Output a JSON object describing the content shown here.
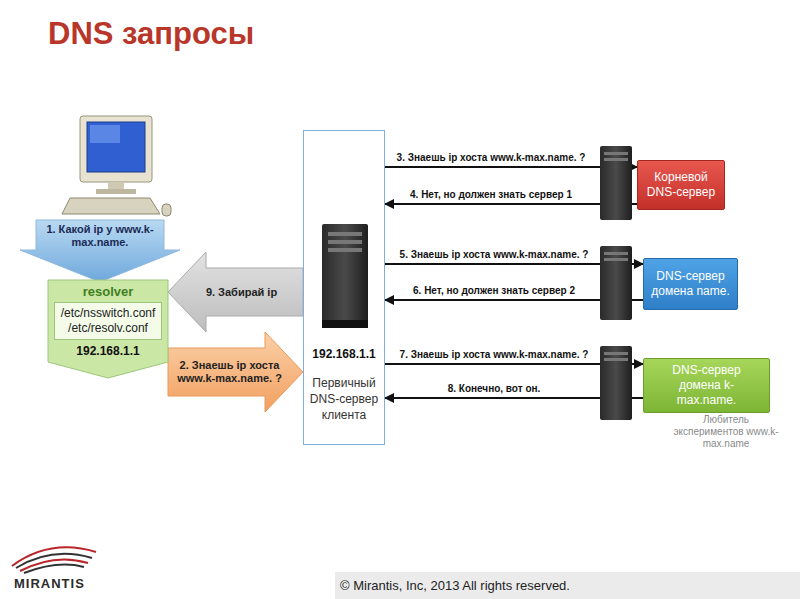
{
  "diagram": {
    "title": "DNS запросы",
    "nodes": [
      {
        "text": [
          "resolver",
          "/etc/nsswitch.conf",
          "/etc/resolv.conf",
          "192.168.1.1"
        ]
      },
      {
        "text": [
          "192.168.1.1",
          "Первичный DNS-сервер клиента"
        ]
      },
      {
        "text": [
          "Корневой DNS-сервер"
        ]
      },
      {
        "text": [
          "DNS-сервер домена name."
        ]
      },
      {
        "text": [
          "DNS-сервер домена k-max.name."
        ]
      }
    ],
    "edges": [
      {
        "from": 0,
        "to": 1,
        "label": "2. Знаешь ip хоста www.k-max.name. ?",
        "arrow": "to"
      },
      {
        "from": 1,
        "to": 2,
        "label": "3. Знаешь ip хоста www.k-max.name. ?",
        "arrow": "to"
      },
      {
        "from": 2,
        "to": 1,
        "label": "4. Нет, но должен знать сервер 1",
        "arrow": "to"
      },
      {
        "from": 1,
        "to": 3,
        "label": "5. Знаешь ip хоста www.k-max.name. ?",
        "arrow": "to"
      },
      {
        "from": 3,
        "to": 1,
        "label": "6. Нет, но должен знать сервер 2",
        "arrow": "to"
      },
      {
        "from": 1,
        "to": 4,
        "label": "7. Знаешь ip хоста www.k-max.name. ?",
        "arrow": "to"
      },
      {
        "from": 4,
        "to": 1,
        "label": "8. Конечно, вот он.",
        "arrow": "to"
      },
      {
        "from": 1,
        "to": 0,
        "label": "9. Забирай ip",
        "arrow": "to"
      }
    ],
    "labels": [
      "1. Какой ip у www.k-max.name.",
      "Любитель экспериментов www.k-max.name",
      "MIRANTIS",
      "© Mirantis, Inc, 2013 All rights reserved."
    ]
  }
}
